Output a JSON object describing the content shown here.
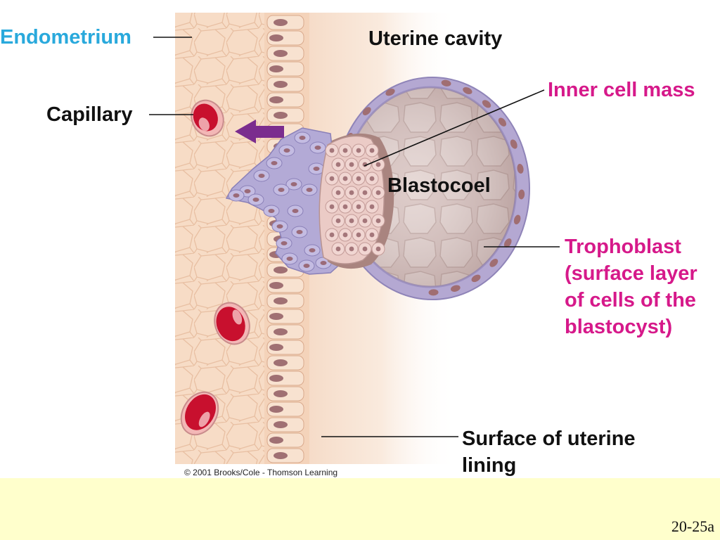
{
  "labels": {
    "endometrium": "Endometrium",
    "uterine_cavity": "Uterine cavity",
    "capillary": "Capillary",
    "inner_cell_mass": "Inner cell mass",
    "blastocoel": "Blastocoel",
    "trophoblast": [
      "Trophoblast",
      "(surface layer",
      "of cells of the",
      "blastocyst)"
    ],
    "surface_lining": [
      "Surface of uterine",
      "lining"
    ]
  },
  "copyright": "© 2001 Brooks/Cole - Thomson Learning",
  "slide_number": "20-25a",
  "colors": {
    "label_cyan": "#29a9dc",
    "label_magenta": "#d6198a",
    "endometrium": "#f6d6bf",
    "blood": "#c8102e",
    "trophoblast": "#a9a3cc",
    "inner_cell_mass": "#e8c4c0",
    "arrow": "#7b2d8e",
    "footer": "#ffffcc"
  }
}
